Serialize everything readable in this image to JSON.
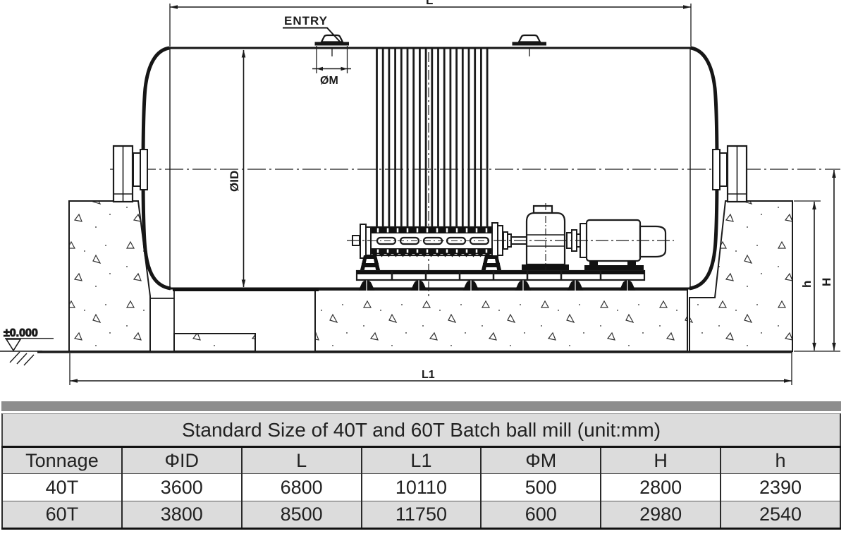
{
  "diagram": {
    "labels": {
      "length_top": "L",
      "length_bottom": "L1",
      "inner_diameter": "ØID",
      "nozzle_diameter": "ØM",
      "entry": "ENTRY",
      "ground_level": "±0.000",
      "height_total": "H",
      "height_foundation": "h"
    }
  },
  "table": {
    "title": "Standard Size of 40T and 60T Batch ball mill (unit:mm)",
    "columns": [
      "Tonnage",
      "ΦID",
      "L",
      "L1",
      "ΦM",
      "H",
      "h"
    ],
    "rows": [
      {
        "cells": [
          "40T",
          "3600",
          "6800",
          "10110",
          "500",
          "2800",
          "2390"
        ]
      },
      {
        "cells": [
          "60T",
          "3800",
          "8500",
          "11750",
          "600",
          "2980",
          "2540"
        ]
      }
    ]
  }
}
